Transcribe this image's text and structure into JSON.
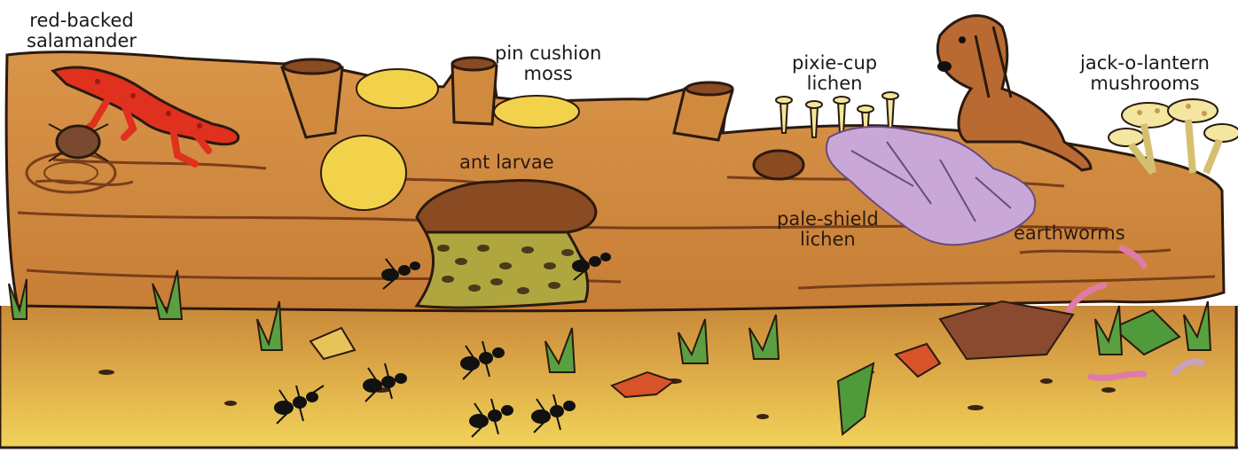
{
  "labels": {
    "salamander": [
      "red-backed",
      "salamander"
    ],
    "moss": [
      "pin cushion",
      "moss"
    ],
    "pixie_cup": [
      "pixie-cup",
      "lichen"
    ],
    "mushrooms": [
      "jack-o-lantern",
      "mushrooms"
    ],
    "ant_larvae": "ant larvae",
    "pale_shield": [
      "pale-shield",
      "lichen"
    ],
    "earthworms": "earthworms"
  },
  "colors": {
    "log": "#d08a3a",
    "log_dark": "#a8652a",
    "soil_top": "#c8893a",
    "soil_bottom": "#f1d35a",
    "moss": "#f2d24a",
    "salamander": "#e0301e",
    "lichen": "#c9a8d8",
    "mushroom": "#f3e6a0",
    "chipmunk": "#b86a32",
    "ant": "#111111",
    "worm": "#e07aa8",
    "leaf_red": "#d8532a",
    "leaf_green": "#4f9a3a"
  }
}
